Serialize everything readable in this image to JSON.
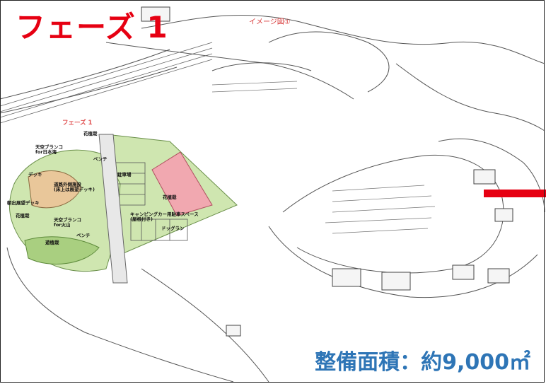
{
  "title": "フェーズ 1",
  "image_caption": "イメージ図①",
  "area_summary": "整備面積：約9,000㎡",
  "colors": {
    "title": "#e60012",
    "area_summary": "#2e75b6",
    "marker_bar": "#e60012",
    "grass": "#cfe6b0",
    "flowerbed": "#f1a8b0",
    "garden_dark": "#7aa860",
    "sand": "#e9c79a"
  },
  "sketch_labels": {
    "phase": "フェーズ 1",
    "flower1": "花植栽",
    "swing_sea": "天空ブランコ\nfor日本海",
    "bench1": "ベンチ",
    "deck": "デッキ",
    "parking": "駐車場",
    "walkway": "道路外側施設\n(床上は展望デッキ)",
    "sunrise_deck": "朝出展望デッキ",
    "flower2": "花植栽",
    "swing_mt": "天空ブランコ\nfor火山",
    "bench2": "ベンチ",
    "flower3": "遊植栽",
    "flower4": "花植栽",
    "camper": "キャンピングカー用駐車スペース\n(屋根付き)",
    "dogrun": "ドッグラン"
  }
}
